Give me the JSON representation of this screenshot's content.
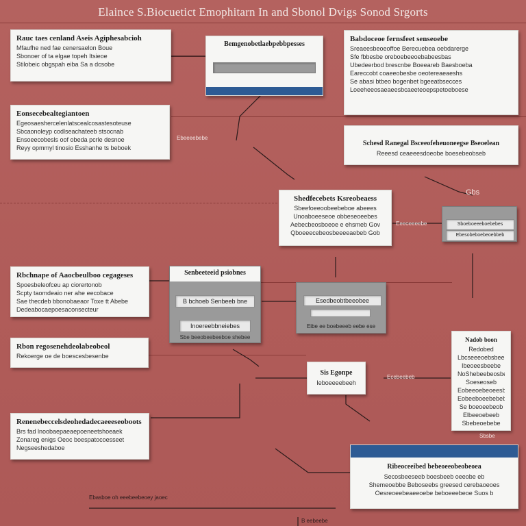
{
  "title": "Elaince S.Biocuetict Emophitarn In and Sbonol Dvigs Sonod Srgorts",
  "colors": {
    "background": "#b05c59",
    "accent": "#2d5b94",
    "panel": "#f6f6f4"
  },
  "boxes": {
    "b1": {
      "head": "Rauc taes cenland Aseis Agiphesabcioh",
      "lines": [
        "Mfaufhe ned fae cenersaelon Boue",
        "Sbonoer of ta elgae topeh Itsieoe",
        "Stilobeic obgspah eiba Sa a dcsobe"
      ]
    },
    "b2": {
      "head": "Eonsecebealtegiantoen",
      "lines": [
        "Egeosaeshercelenlatscealcosastesoteuse",
        "Sbcaonoleyp codlseachateeb stsocnab",
        "Ensoeecobesls oof obeda pcrle desnoe",
        "Reyy opmmyl tinosio Esshanhe ts beboek"
      ]
    },
    "b3": {
      "head": "Rbchnape of Aaocbeulboo cegageses",
      "lines": [
        "Spoesbeleofceu ap ciorertonob",
        "Scpty taomdeaio ner ahe eecobace",
        "Sae thecdeb bbonobaeaor Toxe tt Abebe",
        "Dedeabocaepoesaconsecteur"
      ]
    },
    "b4": {
      "head": "Rbon regosenehdeolabeobeol",
      "lines": [
        "Rekoerge oe de boescesbesenbe"
      ]
    },
    "b5": {
      "head": "Renenebeccelsdeohedadecaeeeseoboots",
      "lines": [
        "Brs fad lnoobaepaeaepoeneetshoeaek",
        "Zonareg enigs Oeoc boespatocoesseet",
        "Negseeshedaboe"
      ]
    },
    "b6": {
      "head": "Babdoceoe fernsfeet senseoebe",
      "lines": [
        "Sreaeesbeoeoffoe Berecuebea oebdarerge",
        "Sfe fbbesbe oreboebeeoebabeesbas",
        "Ubedeerbod brescnbe Boeeareb Baesboeba",
        "Eareccobt coaeeobesbe oeotereaeaeshs",
        "Se abasi btbeo bogenbet bgeeatbsecces",
        "Loeeheeosaeaeesbcaeeteoepspetoeboese"
      ]
    },
    "b7": {
      "head": "Schesd Ranegal Bsceeofeheuoneegse Bseoelean",
      "lines": [
        "Reeesd ceaeeesdoeobe boesebeobseb"
      ]
    },
    "b8": {
      "head": "Shedfecebets Ksreobeaess",
      "lines": [
        "Sbeefoeeoobeebeboe abeees",
        "Unoaboeeseoe obbeseoeebes",
        "Aebecbeosboeoe e ehsmeb Gov",
        "Qboeeecebeosbeeeeaebeb Gob"
      ]
    },
    "b9": {
      "head": "Sis Egonpe",
      "lines": [
        "Ieboeeeebeeh"
      ]
    },
    "b10": {
      "head": "Nadob boon",
      "lines": [
        "Redobed",
        "Lbcseeeoebsbeeb",
        "Ibeoeesbeebe",
        "NoShebeebeosbe",
        "Soeseoseb",
        "Eobeeoebeoeesb",
        "Eobeeboeebebeb",
        "Se boeoeebeob",
        "Elbeeoebeeb",
        "Sbebeoebebe"
      ]
    },
    "b11": {
      "head": "Ribeoceeibed bebeoeeobeobeoea",
      "lines": [
        "Secosbeeseeb boesbeeb oeeobe eb",
        "Shemeoebbe Beboseebs greesed cerebaoeoes",
        "Oesreoeebeaeeoebe beboeeebeoe Suos b"
      ]
    }
  },
  "panels": {
    "p1": {
      "head": "Bemgenobetlaebpebbpesses"
    },
    "p2": {
      "head": "Senbeeteeid psiobnes",
      "field1": "B bchoeb Senbeeb bne",
      "field2": "Inoereebbneiebes",
      "foot": "Sbe beeobeebeeboe shebee"
    },
    "p3": {
      "field1": "Esedbeobtbeeobee",
      "foot": "Eibe ee boebeeeb eebe ese"
    },
    "p4": {
      "field1": "Sboeboeeeboebebes",
      "field2": "Ebesobeboebeoebbeb"
    }
  },
  "tags": {
    "t1": "Ebeeeebebe",
    "t2": "Eeeoeeeebe",
    "t3": "Ecebeebeb",
    "t4": "Gbs",
    "t5": "Sbsbe",
    "t6": "Ebasboe oh eeebeebeoey jaoec",
    "t7": "B eebeebe"
  }
}
